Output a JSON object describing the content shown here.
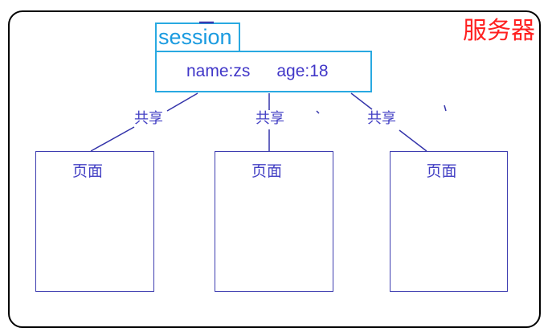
{
  "diagram": {
    "server_label": "服务器",
    "session": {
      "title": "session",
      "name_attr": "name:zs",
      "age_attr": "age:18"
    },
    "share_labels": [
      "共享",
      "共享",
      "共享"
    ],
    "pages": [
      {
        "label": "页面"
      },
      {
        "label": "页面"
      },
      {
        "label": "页面"
      }
    ],
    "colors": {
      "session_border": "#29a9e1",
      "session_text": "#1b9be0",
      "attribute_text": "#4137c8",
      "connector_line": "#3434aa",
      "page_border": "#3e3db0",
      "chinese_label_text": "#4340c4",
      "server_text": "#ff2020",
      "outer_border": "#000000"
    }
  }
}
